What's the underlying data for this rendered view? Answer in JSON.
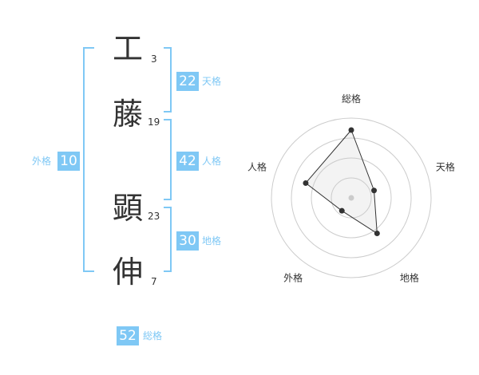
{
  "name_chars": [
    {
      "char": "工",
      "strokes": "3"
    },
    {
      "char": "藤",
      "strokes": "19"
    },
    {
      "char": "顕",
      "strokes": "23"
    },
    {
      "char": "伸",
      "strokes": "7"
    }
  ],
  "scores": {
    "tenkaku": {
      "value": "22",
      "label": "天格"
    },
    "jinkaku": {
      "value": "42",
      "label": "人格"
    },
    "chikaku": {
      "value": "30",
      "label": "地格"
    },
    "gaikaku": {
      "value": "10",
      "label": "外格"
    },
    "soukaku": {
      "value": "52",
      "label": "総格"
    }
  },
  "colors": {
    "accent": "#7fc8f5",
    "text": "#333333",
    "bracket": "#7fc8f5"
  },
  "chart_data": {
    "type": "radar",
    "axes": [
      "総格",
      "天格",
      "地格",
      "外格",
      "人格"
    ],
    "values": [
      0.85,
      0.3,
      0.55,
      0.2,
      0.6
    ],
    "range": [
      0,
      1
    ],
    "rings": 4,
    "grid": true
  }
}
